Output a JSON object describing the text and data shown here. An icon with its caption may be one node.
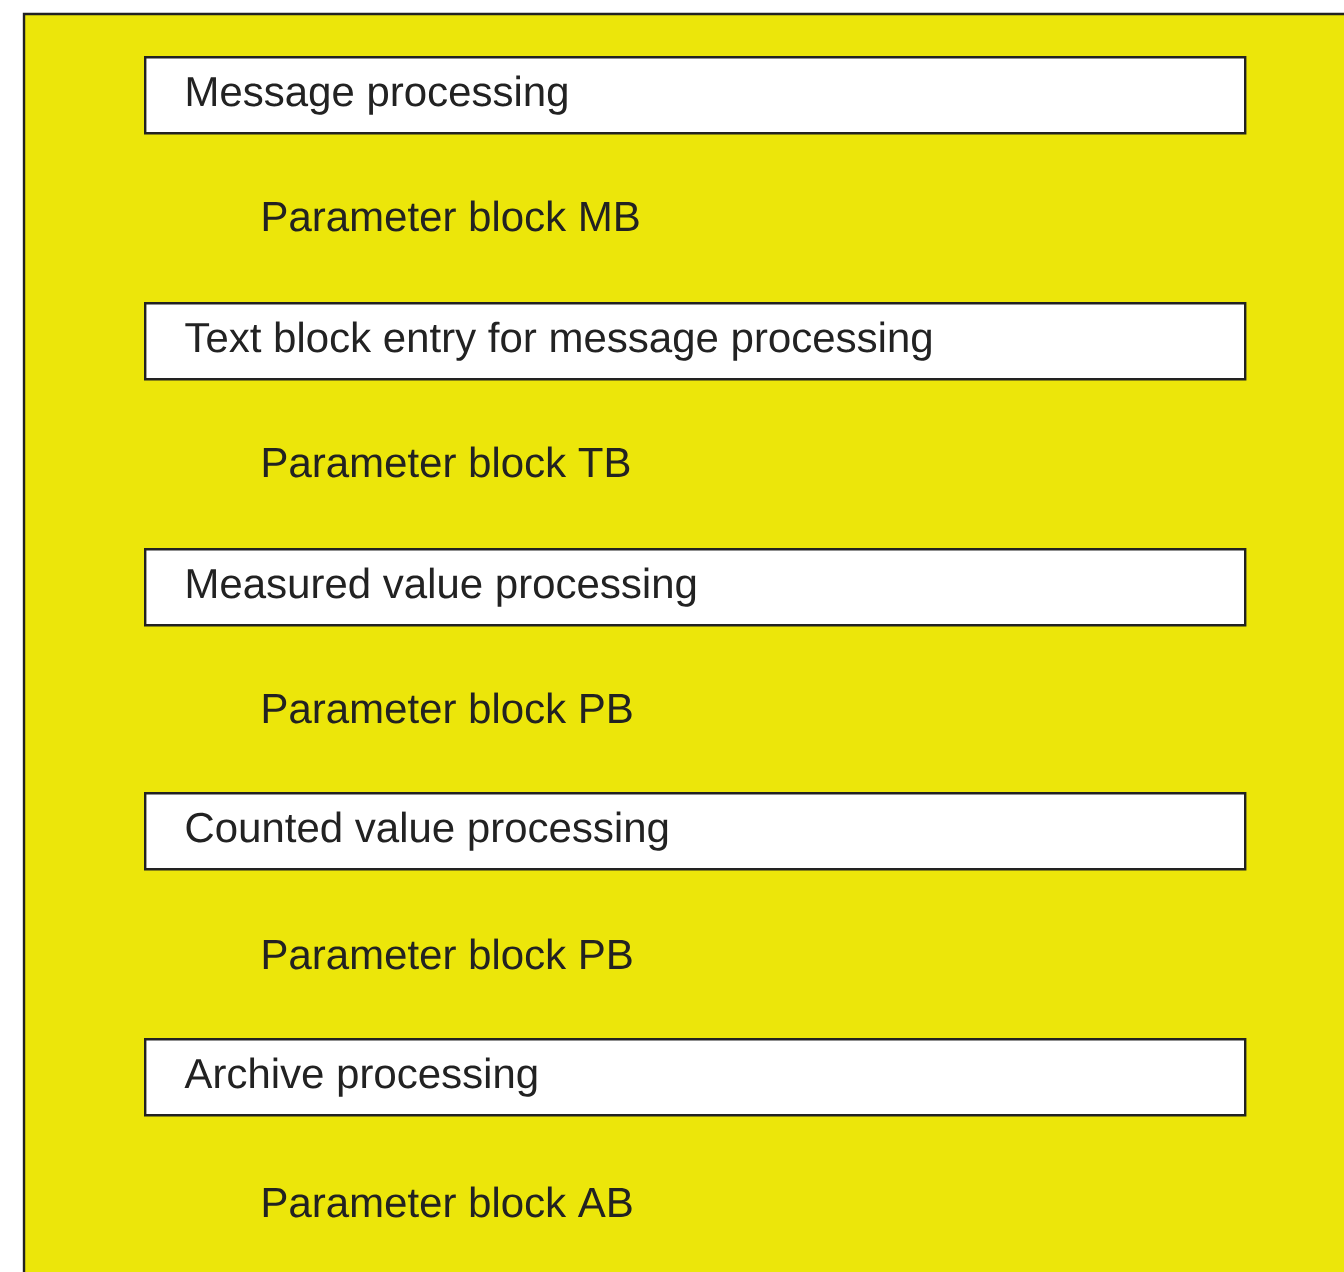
{
  "diagram": {
    "nodes": [
      {
        "text": [],
        "shape": "box"
      },
      {
        "text": [
          "Message processing"
        ],
        "in": 0
      },
      {
        "text": [
          "Text block entry for message processing"
        ],
        "in": 0
      },
      {
        "text": [
          "Measured value processing"
        ],
        "in": 0
      },
      {
        "text": [
          "Counted value processing"
        ],
        "in": 0
      },
      {
        "text": [
          "Archive processing"
        ],
        "in": 0
      }
    ],
    "labels": [
      "Parameter block MB",
      "Parameter block TB",
      "Parameter block PB",
      "Parameter block PB",
      "Parameter block AB"
    ]
  }
}
